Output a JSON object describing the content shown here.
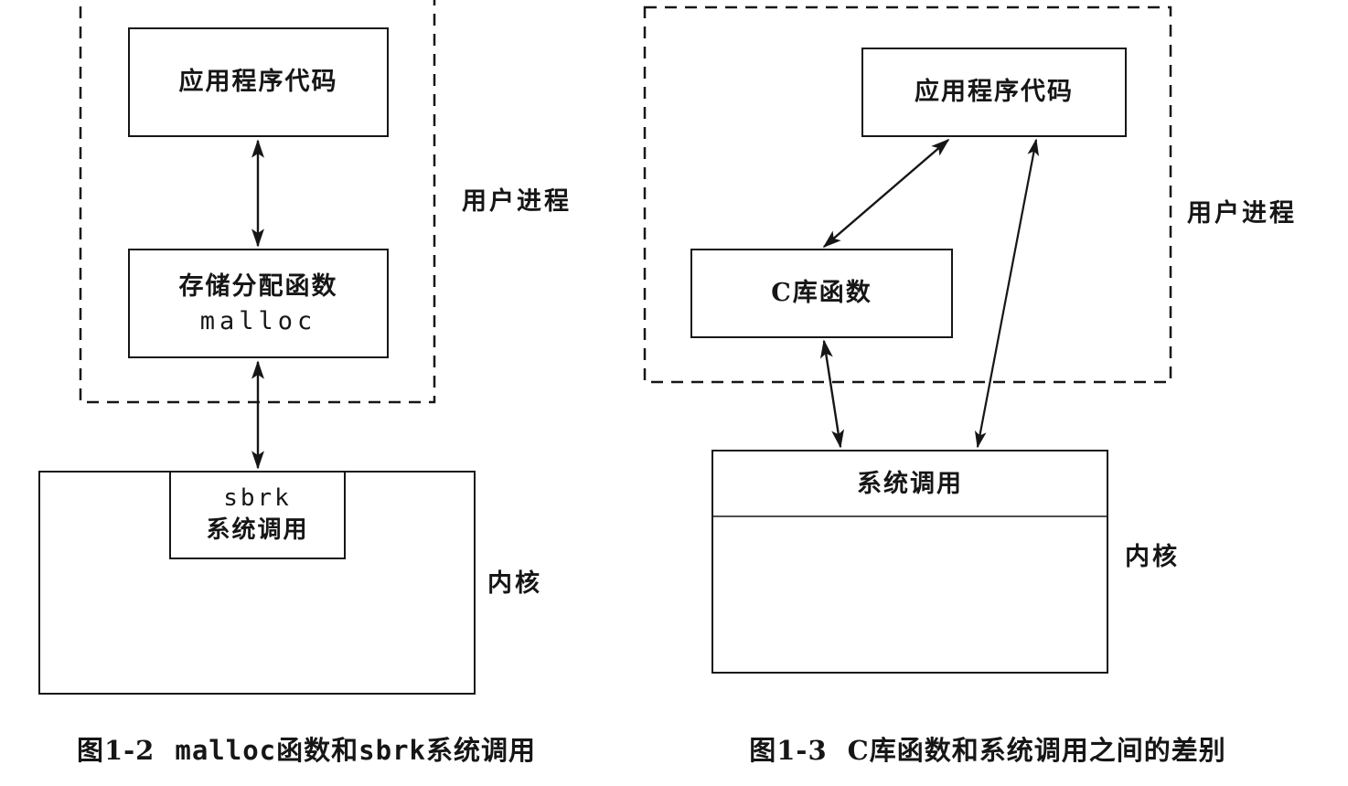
{
  "colors": {
    "ink": "#161616",
    "paper": "#ffffff"
  },
  "fig12": {
    "app_box": "应用程序代码",
    "alloc_box": {
      "line1": "存储分配函数",
      "line2": "malloc"
    },
    "sbrk_box": {
      "line1": "sbrk",
      "line2": "系统调用"
    },
    "user_process_label": "用户进程",
    "kernel_label": "内核",
    "caption": {
      "prefix": "图1-2",
      "mono1": "malloc",
      "mid": "函数和",
      "mono2": "sbrk",
      "tail": "系统调用"
    }
  },
  "fig13": {
    "app_box": "应用程序代码",
    "clib_box": "C库函数",
    "syscall_band": "系统调用",
    "user_process_label": "用户进程",
    "kernel_label": "内核",
    "caption": {
      "prefix": "图1-3",
      "text": "C库函数和系统调用之间的差别"
    }
  }
}
